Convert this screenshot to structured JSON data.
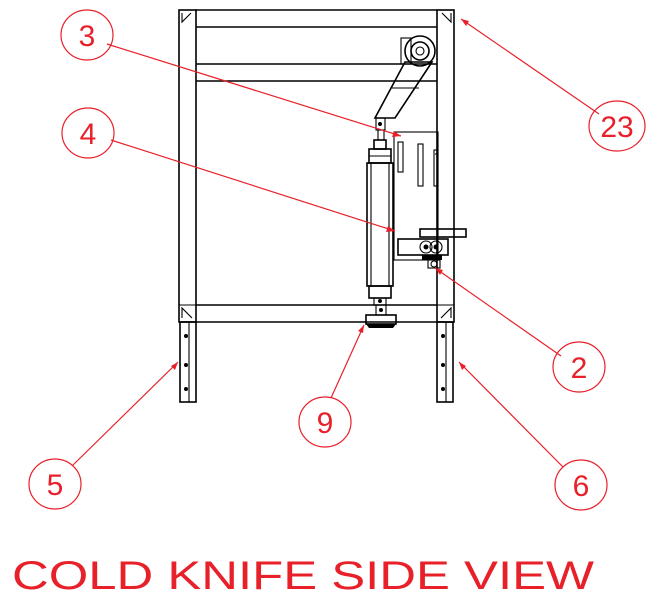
{
  "caption": "COLD KNIFE SIDE VIEW",
  "callouts": {
    "c3": "3",
    "c4": "4",
    "c23": "23",
    "c2": "2",
    "c9": "9",
    "c5": "5",
    "c6": "6"
  },
  "colors": {
    "callout": "#e8202a",
    "drawing": "#000000",
    "background": "#ffffff"
  }
}
